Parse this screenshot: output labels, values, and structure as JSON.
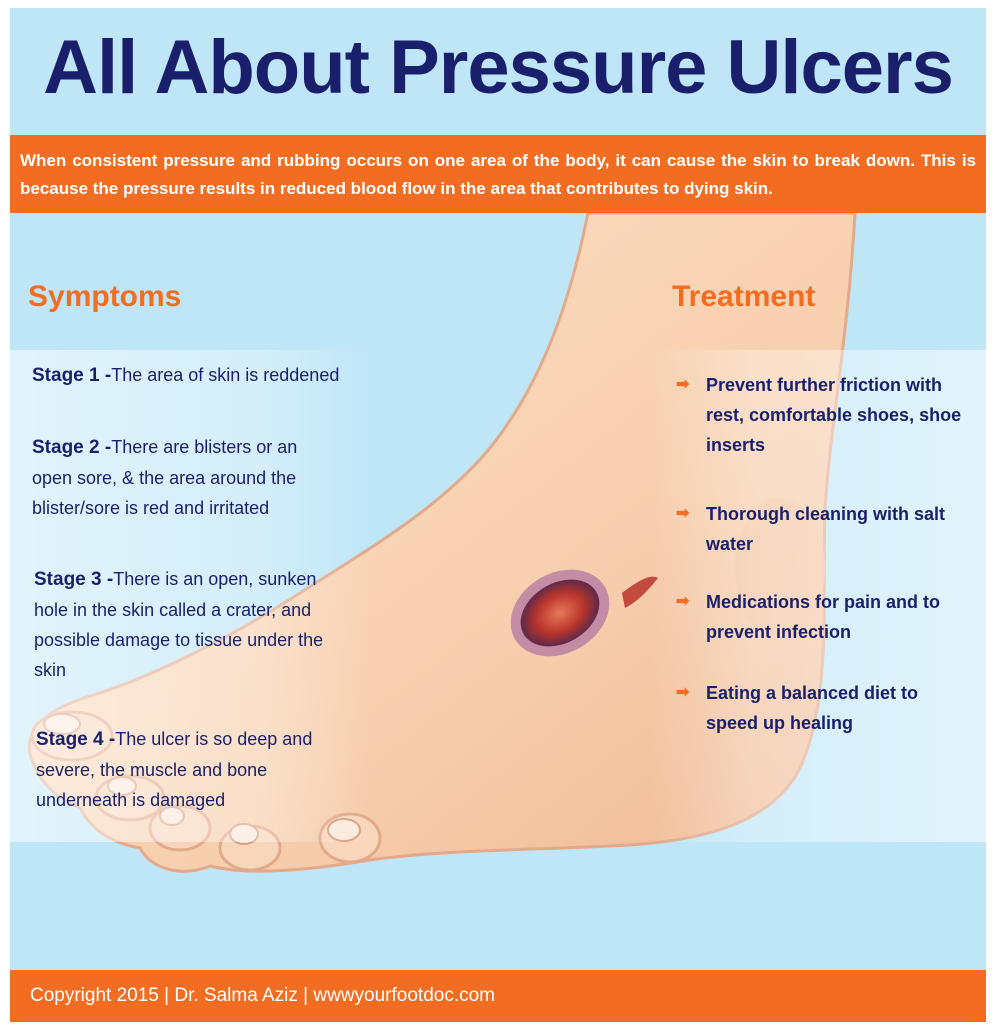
{
  "title": "All About Pressure Ulcers",
  "intro": "When consistent pressure and rubbing occurs on one area of the body, it can cause the skin to break down. This is because the pressure results in reduced blood flow in the area that contributes to dying skin.",
  "symptoms": {
    "heading": "Symptoms",
    "stages": [
      {
        "label": "Stage 1 -",
        "text": "The area of skin is reddened"
      },
      {
        "label": "Stage 2 -",
        "text": "There are blisters or an open sore, & the area around the blister/sore is red and irritated"
      },
      {
        "label": "Stage 3 -",
        "text": "There is an open, sunken hole in the skin called a crater, and possible damage to tissue under the skin"
      },
      {
        "label": "Stage 4 -",
        "text": "The ulcer is so deep and severe, the muscle and bone underneath is damaged"
      }
    ]
  },
  "treatment": {
    "heading": "Treatment",
    "bullet_icon": "arrow-right-icon",
    "items": [
      "Prevent further friction with rest, comfortable shoes, shoe inserts",
      "Thorough cleaning with salt water",
      "Medications for pain and to prevent infection",
      "Eating a balanced diet to speed up healing"
    ]
  },
  "footer": "Copyright 2015 | Dr. Salma Aziz | wwwyourfootdoc.com",
  "colors": {
    "background": "#bfe6f7",
    "accent": "#f26d21",
    "title": "#1a1f6b",
    "skin": "#f7cfae"
  }
}
